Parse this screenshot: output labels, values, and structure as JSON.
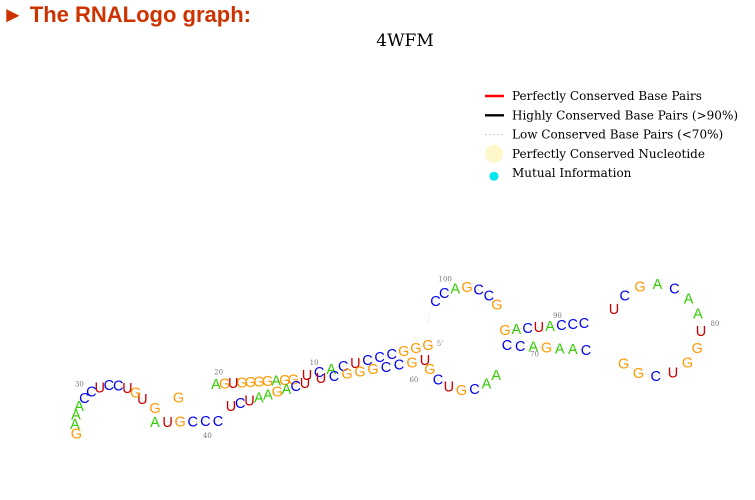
{
  "header": {
    "arrow": "►",
    "title": "The RNALogo graph:"
  },
  "molecule": {
    "name": "4WFM"
  },
  "legend": [
    {
      "label": "Perfectly Conserved Base Pairs",
      "kind": "line",
      "color": "#ff0000"
    },
    {
      "label": "Highly Conserved Base Pairs (>90%)",
      "kind": "line",
      "color": "#000000"
    },
    {
      "label": "Low Conserved Base Pairs (<70%)",
      "kind": "dashed",
      "color": "#cccccc"
    },
    {
      "label": "Perfectly Conserved Nucleotide",
      "kind": "circle",
      "color": "#fff7cc"
    },
    {
      "label": "Mutual Information",
      "kind": "dot",
      "color": "#00e5ee"
    }
  ],
  "colors": {
    "A": "#33cc00",
    "C": "#0000ee",
    "G": "#ff9900",
    "U": "#cc0000"
  },
  "sequence": "GGGCCCUCACUGGAGGGGUGAGGUGUCCUCCAAAGAUGCCCUCUAAGACUUCGGGCCGUGCUGCAACCAGAACGGCUGGUAACAGCUCCCAUCAGGCCGACC",
  "numbers": [
    {
      "text": "5'",
      "i": 0
    },
    {
      "text": "10",
      "i": 9
    },
    {
      "text": "20",
      "i": 19
    },
    {
      "text": "30",
      "i": 29
    },
    {
      "text": "40",
      "i": 39
    },
    {
      "text": "60",
      "i": 59
    },
    {
      "text": "70",
      "i": 69
    },
    {
      "text": "80",
      "i": 79
    },
    {
      "text": "90",
      "i": 89
    },
    {
      "text": "100",
      "i": 99
    }
  ]
}
